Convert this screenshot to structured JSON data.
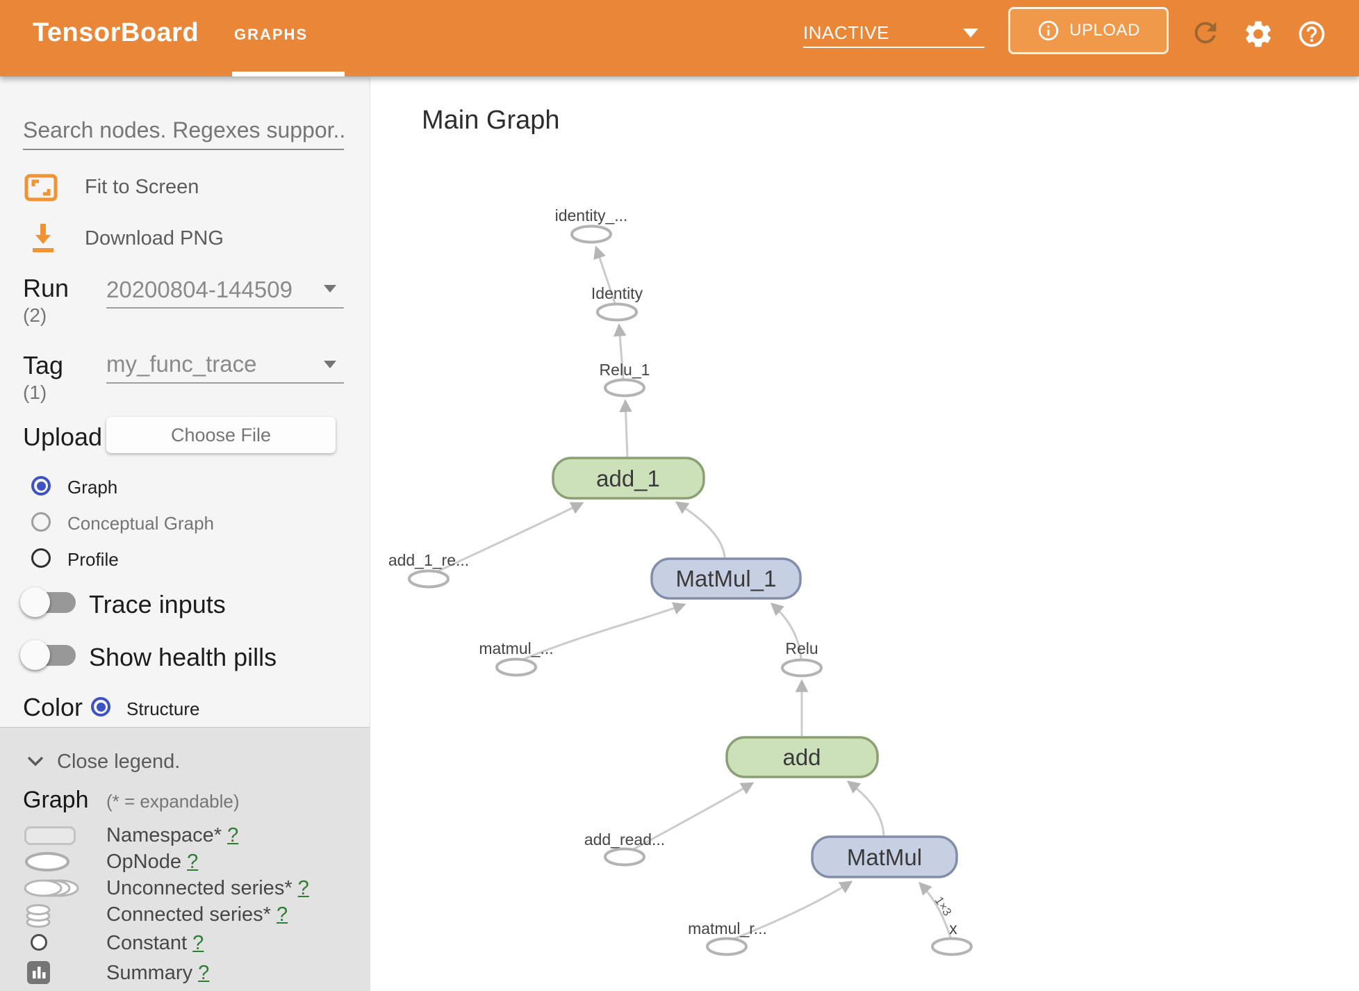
{
  "header": {
    "logo": "TensorBoard",
    "tab": "GRAPHS",
    "run_selector_value": "INACTIVE",
    "upload_label": "UPLOAD",
    "colors": {
      "header_orange": "#ea8637",
      "upload_button_orange": "#f0994b",
      "refresh_icon_brown": "#9a6631"
    },
    "icons": [
      "info-icon",
      "refresh-icon",
      "gear-icon",
      "help-icon"
    ]
  },
  "sidebar": {
    "search_placeholder": "Search nodes. Regexes suppor...",
    "fit_to_screen": "Fit to Screen",
    "download_png": "Download PNG",
    "run": {
      "label": "Run",
      "count": "(2)",
      "value": "20200804-144509"
    },
    "tag": {
      "label": "Tag",
      "count": "(1)",
      "value": "my_func_trace"
    },
    "upload": {
      "label": "Upload",
      "button": "Choose File"
    },
    "views": [
      {
        "label": "Graph",
        "selected": true
      },
      {
        "label": "Conceptual Graph",
        "selected": false
      },
      {
        "label": "Profile",
        "selected": false
      }
    ],
    "toggles": [
      {
        "label": "Trace inputs",
        "on": false
      },
      {
        "label": "Show health pills",
        "on": false
      }
    ],
    "color_by": {
      "label": "Color",
      "option": "Structure"
    },
    "legend": {
      "close": "Close legend.",
      "heading": "Graph",
      "note": "(* = expandable)",
      "items": [
        {
          "label": "Namespace*",
          "help": "?",
          "icon": "namespace-pill"
        },
        {
          "label": "OpNode",
          "help": "?",
          "icon": "opnode-ellipse"
        },
        {
          "label": "Unconnected series*",
          "help": "?",
          "icon": "unconnected-series"
        },
        {
          "label": "Connected series*",
          "help": "?",
          "icon": "connected-series"
        },
        {
          "label": "Constant",
          "help": "?",
          "icon": "constant-circle"
        },
        {
          "label": "Summary",
          "help": "?",
          "icon": "summary-chip"
        }
      ]
    },
    "accent": {
      "radio_selected_blue": "#3d53c5",
      "icon_orange": "#ef9335",
      "help_link_green": "#2e7d32"
    }
  },
  "main": {
    "title": "Main Graph",
    "graph": {
      "op_nodes": [
        {
          "label": "add_1",
          "kind": "green"
        },
        {
          "label": "MatMul_1",
          "kind": "blue"
        },
        {
          "label": "add",
          "kind": "green"
        },
        {
          "label": "MatMul",
          "kind": "blue"
        }
      ],
      "ellipse_nodes": [
        {
          "label": "identity_..."
        },
        {
          "label": "Identity"
        },
        {
          "label": "Relu_1"
        },
        {
          "label": "add_1_re..."
        },
        {
          "label": "matmul_..."
        },
        {
          "label": "Relu"
        },
        {
          "label": "add_read..."
        },
        {
          "label": "matmul_r..."
        },
        {
          "label": "x"
        }
      ],
      "edge_label": "1×3",
      "colors": {
        "node_green_fill": "#cce0ba",
        "node_green_border": "#8aa073",
        "node_blue_fill": "#c7cfe2",
        "node_blue_border": "#828ea9",
        "ellipse_stroke": "#b3b3b3",
        "edge_stroke": "#cbcbcb"
      }
    }
  }
}
